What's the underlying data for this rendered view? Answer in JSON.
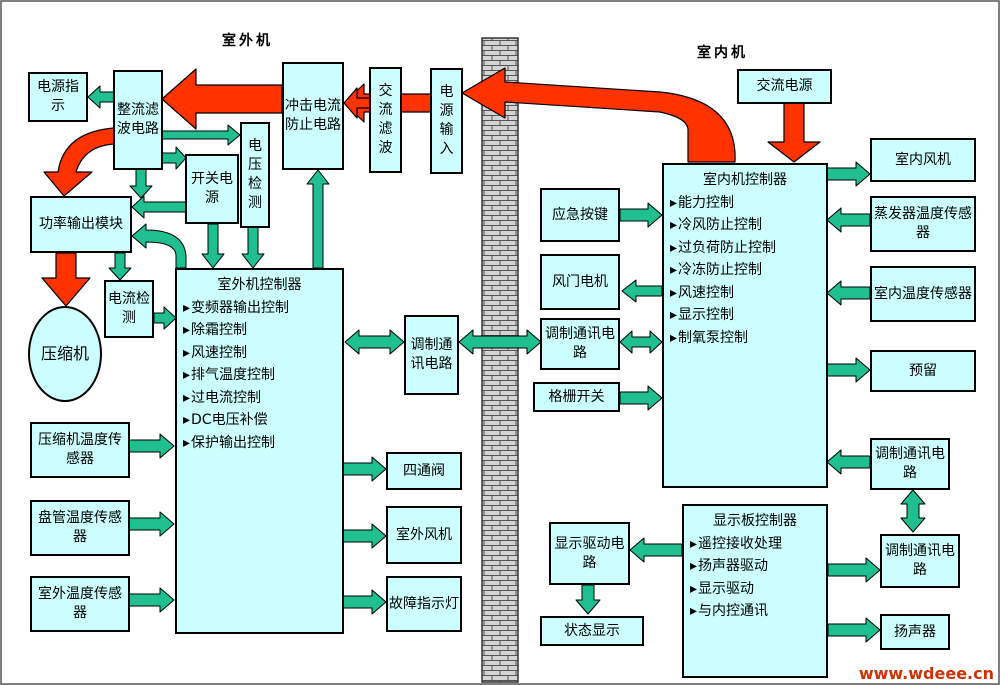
{
  "section_labels": {
    "outdoor": "室外机",
    "indoor": "室内机"
  },
  "outdoor": {
    "power_indicator": "电源指示",
    "rectifier": "整流滤波电路",
    "surge_protection": "冲击电流防止电路",
    "ac_filter": "交流滤波",
    "power_input": "电源输入",
    "switch_power": "开关电源",
    "voltage_detect": "电压检测",
    "power_module": "功率输出模块",
    "current_detect": "电流检测",
    "compressor": "压缩机",
    "controller_title": "室外机控制器",
    "controller_items": [
      "变频器输出控制",
      "除霜控制",
      "风速控制",
      "排气温度控制",
      "过电流控制",
      "DC电压补偿",
      "保护输出控制"
    ],
    "comm_circuit": "调制通讯电路",
    "compressor_temp_sensor": "压缩机温度传感器",
    "coil_temp_sensor": "盘管温度传感器",
    "outdoor_temp_sensor": "室外温度传感器",
    "four_way_valve": "四通阀",
    "outdoor_fan": "室外风机",
    "fault_light": "故障指示灯"
  },
  "indoor": {
    "ac_power": "交流电源",
    "controller_title": "室内机控制器",
    "controller_items": [
      "能力控制",
      "冷风防止控制",
      "过负荷防止控制",
      "冷冻防止控制",
      "风速控制",
      "显示控制",
      "制氧泵控制"
    ],
    "emergency_key": "应急按键",
    "damper_motor": "风门电机",
    "comm_circuit": "调制通讯电路",
    "grille_switch": "格栅开关",
    "indoor_fan": "室内风机",
    "evaporator_sensor": "蒸发器温度传感器",
    "indoor_temp_sensor": "室内温度传感器",
    "reserved": "预留",
    "comm_circuit_right": "调制通讯电路",
    "display_controller_title": "显示板控制器",
    "display_controller_items": [
      "遥控接收处理",
      "扬声器驱动",
      "显示驱动",
      "与内控通讯"
    ],
    "display_driver": "显示驱动电路",
    "status_display": "状态显示",
    "comm_circuit_bottom": "调制通讯电路",
    "speaker": "扬声器"
  },
  "watermark": "www.wdeee.cn",
  "colors": {
    "box_fill": "#ccffff",
    "signal_arrow": "#1fbf8f",
    "power_arrow": "#ff3300",
    "wall": "#cccccc"
  }
}
